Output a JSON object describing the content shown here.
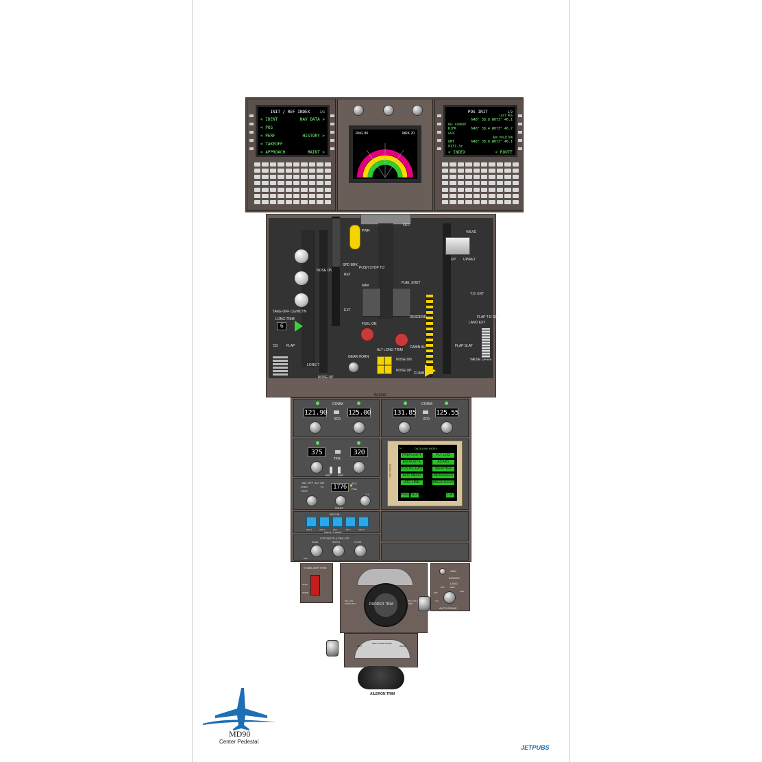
{
  "colors": {
    "panel_brown": "#6b5d57",
    "bay_dark": "#2d2d2d",
    "display_green": "#7dff7d",
    "selcal_blue": "#2aa9e8",
    "yellow": "#f5d300",
    "brand_blue": "#1e6fb5"
  },
  "cdu_left": {
    "title": "INIT / REF INDEX",
    "page": "1/1",
    "lines": [
      {
        "left": "< IDENT",
        "right": "NAV DATA >"
      },
      {
        "left": "< POS",
        "right": ""
      },
      {
        "left": "< PERF",
        "right": "HISTORY >"
      },
      {
        "left": "< TAKEOFF",
        "right": ""
      },
      {
        "left": "< APPROACH",
        "right": "MAINT >"
      }
    ]
  },
  "cdu_right": {
    "title": "POS INIT",
    "page": "1/2",
    "lines": [
      {
        "left": "",
        "right": "LAST POS"
      },
      {
        "left": "",
        "right": "N48° 38.8 W073° 46.1"
      },
      {
        "left": "REF AIRPORT",
        "right": ""
      },
      {
        "left": "KJFK",
        "right": "N48° 38.4 W073° 46.7"
      },
      {
        "left": "GATE",
        "right": ""
      },
      {
        "left": "",
        "right": "NAV POSITION"
      },
      {
        "left": "GMT",
        "right": "N48° 38.8 W073° 46.1"
      },
      {
        "left": "0137.3z",
        "right": ""
      },
      {
        "left": "< INDEX",
        "right": "< ROUTE"
      }
    ]
  },
  "radar": {
    "range_label": "RNG 80",
    "mark_label": "MRK 20"
  },
  "throttle": {
    "labels": {
      "pwr": "PWR",
      "spd_brk": "SPD BRK",
      "ret": "RET",
      "push_stop_to": "PUSH STOP TO",
      "max": "MAX",
      "fuel_shut": "FUEL SHUT",
      "off": "OFF",
      "ext": "EXT",
      "fuel_on": "FUEL ON",
      "gear_horn": "GEAR HORN",
      "altlong_trim": "ALT LONG TRIM",
      "cabin_alt": "CABIN ALT",
      "nose_dn": "NOSE DN",
      "nose_up": "NOSE UP",
      "descend": "DESCEND",
      "climb": "CLIMB",
      "takeoff_cg": "TAKE-OFF CG/MCTN",
      "long_trim": "LONG TRIM",
      "flap": "FLAP",
      "valve": "VALVE",
      "up": "UP",
      "up_ret": "UP/RET",
      "tofl_ext": "T.O. EXT",
      "land_ext": "LAND EXT",
      "flap_to_sel": "FLAP T.O SEL",
      "flap_slat": "FLAP SLAT",
      "valve_open": "VALVE OPEN",
      "in_gnd": "IN GND",
      "cg": "CG"
    },
    "trim_value": "6"
  },
  "comm1": {
    "title": "COMM",
    "active": "121.90",
    "standby": "125.00",
    "xfr": "XFR"
  },
  "comm2": {
    "title": "COMM",
    "active": "131.85",
    "standby": "125.55",
    "xfr": "XFR"
  },
  "adf": {
    "title": "ADF",
    "left": "375",
    "right": "320",
    "xfr": "TFR",
    "ant": "ANT",
    "adf": "ADF"
  },
  "atc": {
    "code": "1776",
    "alt_off": "ALT OFF",
    "alt_on": "ALT ON",
    "stby": "STBY",
    "test": "TEST",
    "tx": "TX",
    "ident": "IDENT",
    "atc": "ATC",
    "fail": "FAIL",
    "labels_12": "1 2"
  },
  "selcal": {
    "title": "SELCAL",
    "buttons": [
      "VHF 1",
      "VHF 2",
      "HF 1",
      "HF 2",
      "VHF 3"
    ],
    "footer": "PRESS TO RESET"
  },
  "datalink": {
    "side_label": "DATA LINK",
    "title": "DATA LINK INDEX",
    "page": "1/1",
    "items_left": [
      "PREFLIGHT",
      "EN ROUTE",
      "POSTFLIGHT",
      "AOC MENU",
      "ATC LINK"
    ],
    "items_right": [
      "FLT LOG",
      "ACARS",
      "WEATHER",
      "MESSAGES",
      "MSGS RCVD"
    ],
    "softkeys": [
      "PREV",
      "NEXT",
      "STAT"
    ]
  },
  "lights": {
    "title": "CTR INSTR & PED LTS",
    "knobs": [
      "PANEL",
      "DIGITAL",
      "FLOOD"
    ],
    "off": "OFF"
  },
  "stab_trim": {
    "title": "STABILIZER TRIM",
    "stop": "STOP",
    "norm": "NORM"
  },
  "rudder_trim": {
    "title": "RUDDER TRIM",
    "left_lbl": "PULL TO VIEW LIMIT",
    "right_lbl": "PULL TO VIEW LIMIT"
  },
  "aileron_trim": {
    "title": "AILERON TRIM",
    "scale": "RIGHT WING DOWN",
    "left": "LEFT",
    "right": "RIGHT"
  },
  "autobrake": {
    "title": "AUTO BRAKE",
    "arm": "ARM",
    "disarm": "DISARM",
    "land": "LAND",
    "min": "MIN",
    "med": "MED",
    "max": "MAX",
    "off": "OFF",
    "to": "T.O."
  },
  "branding": {
    "model": "MD90",
    "subtitle": "Center Pedestal",
    "brand": "JETPUBS"
  }
}
